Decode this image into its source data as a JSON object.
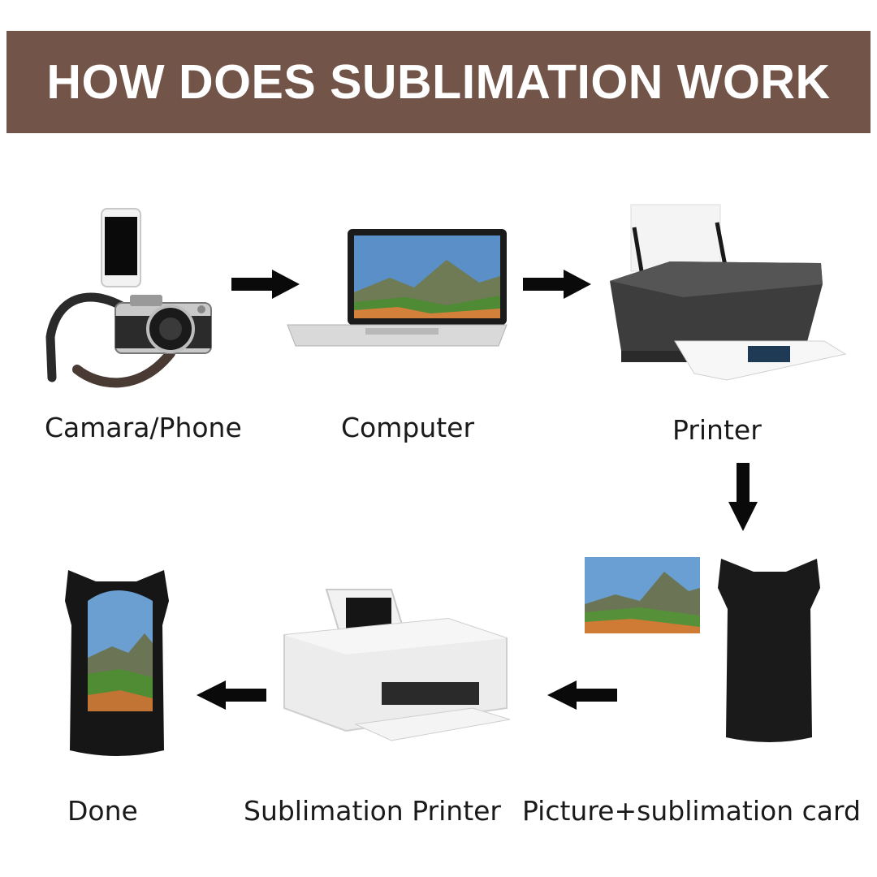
{
  "header": {
    "title": "HOW DOES SUBLIMATION WORK"
  },
  "steps": [
    {
      "label": "Camara/Phone"
    },
    {
      "label": "Computer"
    },
    {
      "label": "Printer"
    },
    {
      "label": "Picture+sublimation card"
    },
    {
      "label": "Sublimation Printer"
    },
    {
      "label": "Done"
    }
  ],
  "colors": {
    "banner": "#735448",
    "arrow": "#0a0a0a",
    "text": "#1a1a1a"
  }
}
